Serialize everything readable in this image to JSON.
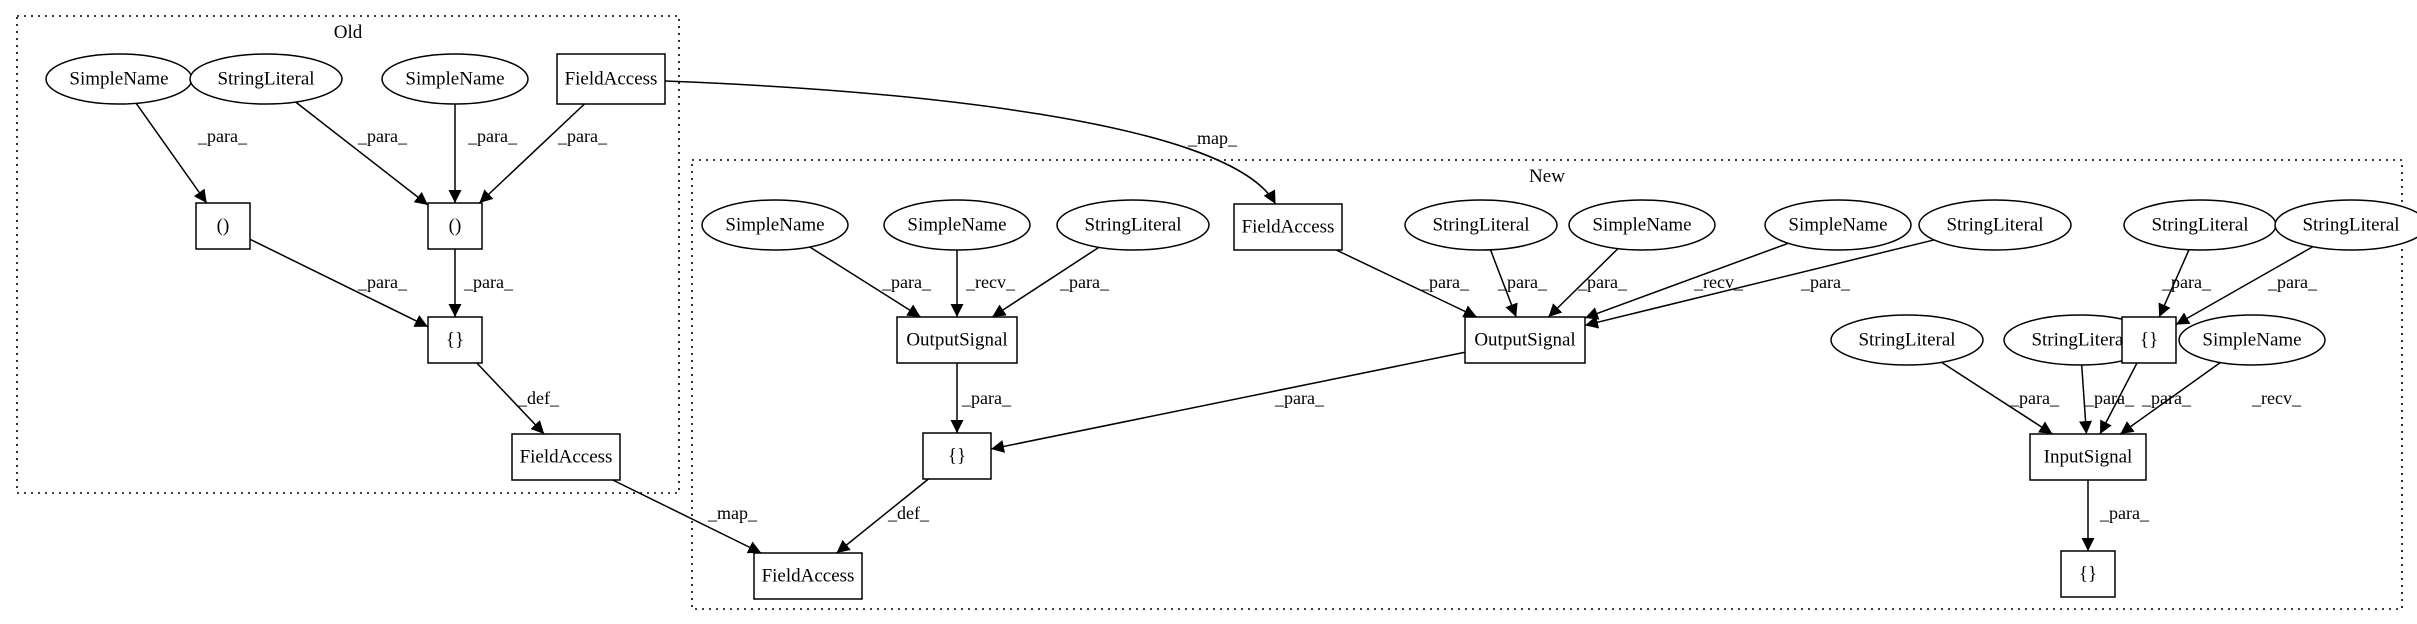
{
  "clusters": [
    {
      "id": "old",
      "title": "Old"
    },
    {
      "id": "new",
      "title": "New"
    }
  ],
  "nodes": [
    {
      "id": "o_sn1",
      "label": "SimpleName",
      "shape": "ellipse"
    },
    {
      "id": "o_sl1",
      "label": "StringLiteral",
      "shape": "ellipse"
    },
    {
      "id": "o_sn2",
      "label": "SimpleName",
      "shape": "ellipse"
    },
    {
      "id": "o_fa1",
      "label": "FieldAccess",
      "shape": "box"
    },
    {
      "id": "o_p1",
      "label": "()",
      "shape": "box"
    },
    {
      "id": "o_p2",
      "label": "()",
      "shape": "box"
    },
    {
      "id": "o_br",
      "label": "{}",
      "shape": "box"
    },
    {
      "id": "o_fa2",
      "label": "FieldAccess",
      "shape": "box"
    },
    {
      "id": "n_sn1",
      "label": "SimpleName",
      "shape": "ellipse"
    },
    {
      "id": "n_sn2",
      "label": "SimpleName",
      "shape": "ellipse"
    },
    {
      "id": "n_sl1",
      "label": "StringLiteral",
      "shape": "ellipse"
    },
    {
      "id": "n_fa1",
      "label": "FieldAccess",
      "shape": "box"
    },
    {
      "id": "n_sl2",
      "label": "StringLiteral",
      "shape": "ellipse"
    },
    {
      "id": "n_sn3",
      "label": "SimpleName",
      "shape": "ellipse"
    },
    {
      "id": "n_sn4",
      "label": "SimpleName",
      "shape": "ellipse"
    },
    {
      "id": "n_sl3",
      "label": "StringLiteral",
      "shape": "ellipse"
    },
    {
      "id": "n_sl4",
      "label": "StringLiteral",
      "shape": "ellipse"
    },
    {
      "id": "n_sl5",
      "label": "StringLiteral",
      "shape": "ellipse"
    },
    {
      "id": "n_os1",
      "label": "OutputSignal",
      "shape": "box"
    },
    {
      "id": "n_os2",
      "label": "OutputSignal",
      "shape": "box"
    },
    {
      "id": "n_br2",
      "label": "{}",
      "shape": "box"
    },
    {
      "id": "n_sl6",
      "label": "StringLiteral",
      "shape": "ellipse"
    },
    {
      "id": "n_sl7",
      "label": "StringLiteral",
      "shape": "ellipse"
    },
    {
      "id": "n_sn5",
      "label": "SimpleName",
      "shape": "ellipse"
    },
    {
      "id": "n_br1",
      "label": "{}",
      "shape": "box"
    },
    {
      "id": "n_is",
      "label": "InputSignal",
      "shape": "box"
    },
    {
      "id": "n_fa2",
      "label": "FieldAccess",
      "shape": "box"
    },
    {
      "id": "n_br3",
      "label": "{}",
      "shape": "box"
    }
  ],
  "edges": [
    {
      "from": "o_sn1",
      "to": "o_p1",
      "label": "_para_"
    },
    {
      "from": "o_sl1",
      "to": "o_p2",
      "label": "_para_"
    },
    {
      "from": "o_sn2",
      "to": "o_p2",
      "label": "_para_"
    },
    {
      "from": "o_fa1",
      "to": "o_p2",
      "label": "_para_"
    },
    {
      "from": "o_p1",
      "to": "o_br",
      "label": "_para_"
    },
    {
      "from": "o_p2",
      "to": "o_br",
      "label": "_para_"
    },
    {
      "from": "o_br",
      "to": "o_fa2",
      "label": "_def_"
    },
    {
      "from": "o_fa1",
      "to": "n_fa1",
      "label": "_map_"
    },
    {
      "from": "o_fa2",
      "to": "n_fa2",
      "label": "_map_"
    },
    {
      "from": "n_sn1",
      "to": "n_os1",
      "label": "_para_"
    },
    {
      "from": "n_sn2",
      "to": "n_os1",
      "label": "_recv_"
    },
    {
      "from": "n_sl1",
      "to": "n_os1",
      "label": "_para_"
    },
    {
      "from": "n_fa1",
      "to": "n_os2",
      "label": "_para_"
    },
    {
      "from": "n_sl2",
      "to": "n_os2",
      "label": "_para_"
    },
    {
      "from": "n_sn3",
      "to": "n_os2",
      "label": "_para_"
    },
    {
      "from": "n_sn4",
      "to": "n_os2",
      "label": "_recv_"
    },
    {
      "from": "n_sl3",
      "to": "n_os2",
      "label": "_para_"
    },
    {
      "from": "n_os1",
      "to": "n_br2",
      "label": "_para_"
    },
    {
      "from": "n_os2",
      "to": "n_br2",
      "label": "_para_"
    },
    {
      "from": "n_br2",
      "to": "n_fa2",
      "label": "_def_"
    },
    {
      "from": "n_sl4",
      "to": "n_br1",
      "label": "_para_"
    },
    {
      "from": "n_sl5",
      "to": "n_br1",
      "label": "_para_"
    },
    {
      "from": "n_sl6",
      "to": "n_is",
      "label": "_para_"
    },
    {
      "from": "n_sl7",
      "to": "n_is",
      "label": "_para_"
    },
    {
      "from": "n_br1",
      "to": "n_is",
      "label": "_para_"
    },
    {
      "from": "n_sn5",
      "to": "n_is",
      "label": "_recv_"
    },
    {
      "from": "n_is",
      "to": "n_br3",
      "label": "_para_"
    }
  ]
}
